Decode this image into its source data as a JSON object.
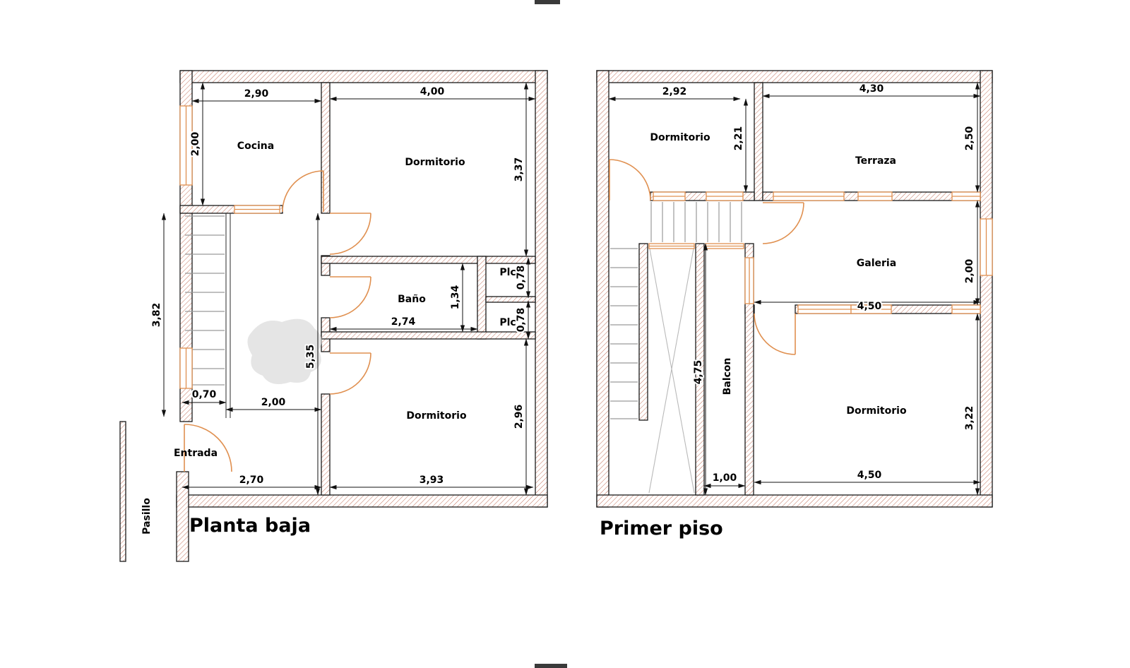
{
  "colors": {
    "background": "#ffffff",
    "wall_line": "#1a1a1a",
    "wall_hatch": "#c4705a",
    "door": "#e09050",
    "window": "#e09050",
    "stairs": "#9a9a9a",
    "dimension": "#111111"
  },
  "planta_baja": {
    "title": "Planta baja",
    "rooms": {
      "cocina": "Cocina",
      "dormitorio_top": "Dormitorio",
      "bano": "Baño",
      "plc_top": "Plc",
      "plc_bottom": "Plc",
      "dormitorio_bottom": "Dormitorio",
      "entrada": "Entrada",
      "pasillo": "Pasillo"
    },
    "dimensions": {
      "cocina_width": "2,90",
      "dormitorio_top_width": "4,00",
      "cocina_height": "2,00",
      "dormitorio_top_height": "3,37",
      "plc_top_height": "0,78",
      "plc_bottom_height": "0,78",
      "bano_height": "1,34",
      "bano_width": "2,74",
      "hall_height": "5,35",
      "stairs_height": "3,82",
      "stairs_width": "0,70",
      "hall_width": "2,00",
      "dormitorio_bottom_height": "2,96",
      "entrada_width": "2,70",
      "dormitorio_bottom_width": "3,93"
    }
  },
  "primer_piso": {
    "title": "Primer piso",
    "rooms": {
      "dormitorio_top": "Dormitorio",
      "terraza": "Terraza",
      "galeria": "Galeria",
      "dormitorio_bottom": "Dormitorio",
      "balcon": "Balcon"
    },
    "dimensions": {
      "dormitorio_top_width": "2,92",
      "terraza_width": "4,30",
      "dormitorio_top_height": "2,21",
      "terraza_height": "2,50",
      "galeria_height": "2,00",
      "galeria_width": "4,50",
      "balcon_height": "4,75",
      "dormitorio_bottom_height": "3,22",
      "balcon_width": "1,00",
      "dormitorio_bottom_width": "4,50"
    }
  }
}
